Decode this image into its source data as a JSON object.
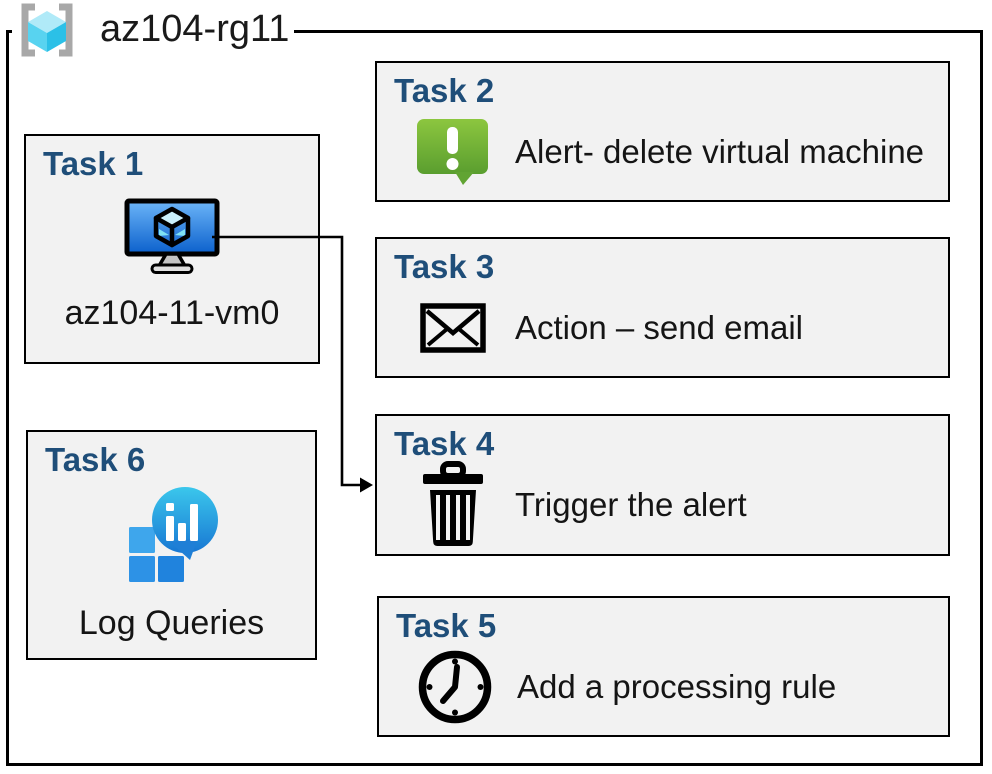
{
  "diagram": {
    "resource_group": {
      "label": "az104-rg11",
      "icon": "resource-group-icon"
    },
    "tasks": [
      {
        "title": "Task 1",
        "label": "az104-11-vm0",
        "icon": "virtual-machine-icon"
      },
      {
        "title": "Task 2",
        "label": "Alert- delete virtual machine",
        "icon": "alert-message-icon"
      },
      {
        "title": "Task 3",
        "label": "Action – send email",
        "icon": "email-icon"
      },
      {
        "title": "Task 4",
        "label": "Trigger the alert",
        "icon": "trash-icon"
      },
      {
        "title": "Task 5",
        "label": "Add a processing rule",
        "icon": "clock-icon"
      },
      {
        "title": "Task 6",
        "label": "Log Queries",
        "icon": "log-queries-icon"
      }
    ],
    "connector": {
      "from": "Task 1",
      "to": "Task 4"
    },
    "colors": {
      "task_title": "#1F4E79",
      "box_fill": "#F2F2F2",
      "outline": "#000000",
      "monitor_blue_top": "#6CB5F8",
      "monitor_blue_bottom": "#0B60CC",
      "alert_green_top": "#8CC63F",
      "alert_green_bottom": "#5A9E2F",
      "log_cyan": "#3BC7EC",
      "log_blue": "#1877D3",
      "square_blue_light": "#3EA6EC",
      "square_blue_mid": "#2D92E6",
      "square_blue_dark": "#2083DD",
      "rg_cube_top": "#B0EAF8",
      "rg_cube_left": "#58D3F0",
      "rg_cube_right": "#2BC0E7",
      "bracket_gray": "#A8A8A8"
    }
  }
}
